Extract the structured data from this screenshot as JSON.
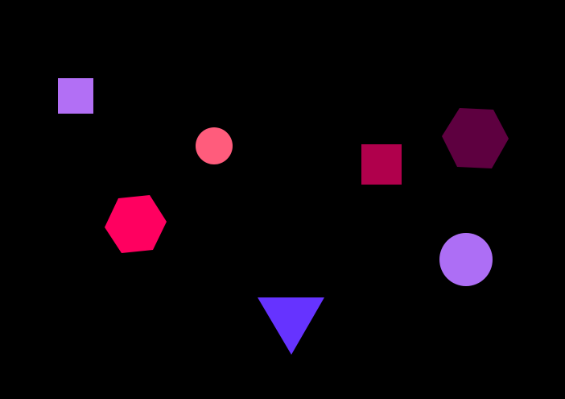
{
  "background_color": "#000000",
  "shapes": [
    {
      "kind": "square",
      "color": "#b26ff5"
    },
    {
      "kind": "circle",
      "color": "#ff5c7c"
    },
    {
      "kind": "square",
      "color": "#b0004c"
    },
    {
      "kind": "hexagon",
      "color": "#5e0040"
    },
    {
      "kind": "hexagon",
      "color": "#ff0060"
    },
    {
      "kind": "circle",
      "color": "#ad6ef5"
    },
    {
      "kind": "triangle",
      "color": "#6633ff"
    }
  ]
}
